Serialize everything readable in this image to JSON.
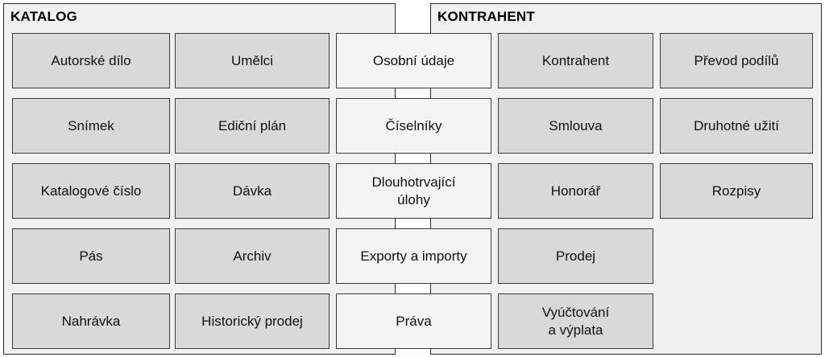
{
  "katalog": {
    "title": "KATALOG",
    "items": [
      "Autorské dílo",
      "Umělci",
      "Snímek",
      "Ediční plán",
      "Katalogové číslo",
      "Dávka",
      "Pás",
      "Archiv",
      "Nahrávka",
      "Historický prodej"
    ]
  },
  "shared": {
    "items": [
      "Osobní údaje",
      "Číselníky",
      "Dlouhotrvající\núlohy",
      "Exporty a importy",
      "Práva"
    ]
  },
  "kontrahent": {
    "title": "KONTRAHENT",
    "items": [
      "Kontrahent",
      "Převod podílů",
      "Smlouva",
      "Druhotné užití",
      "Honorář",
      "Rozpisy",
      "Prodej",
      "Vyúčtování\na výplata"
    ]
  }
}
